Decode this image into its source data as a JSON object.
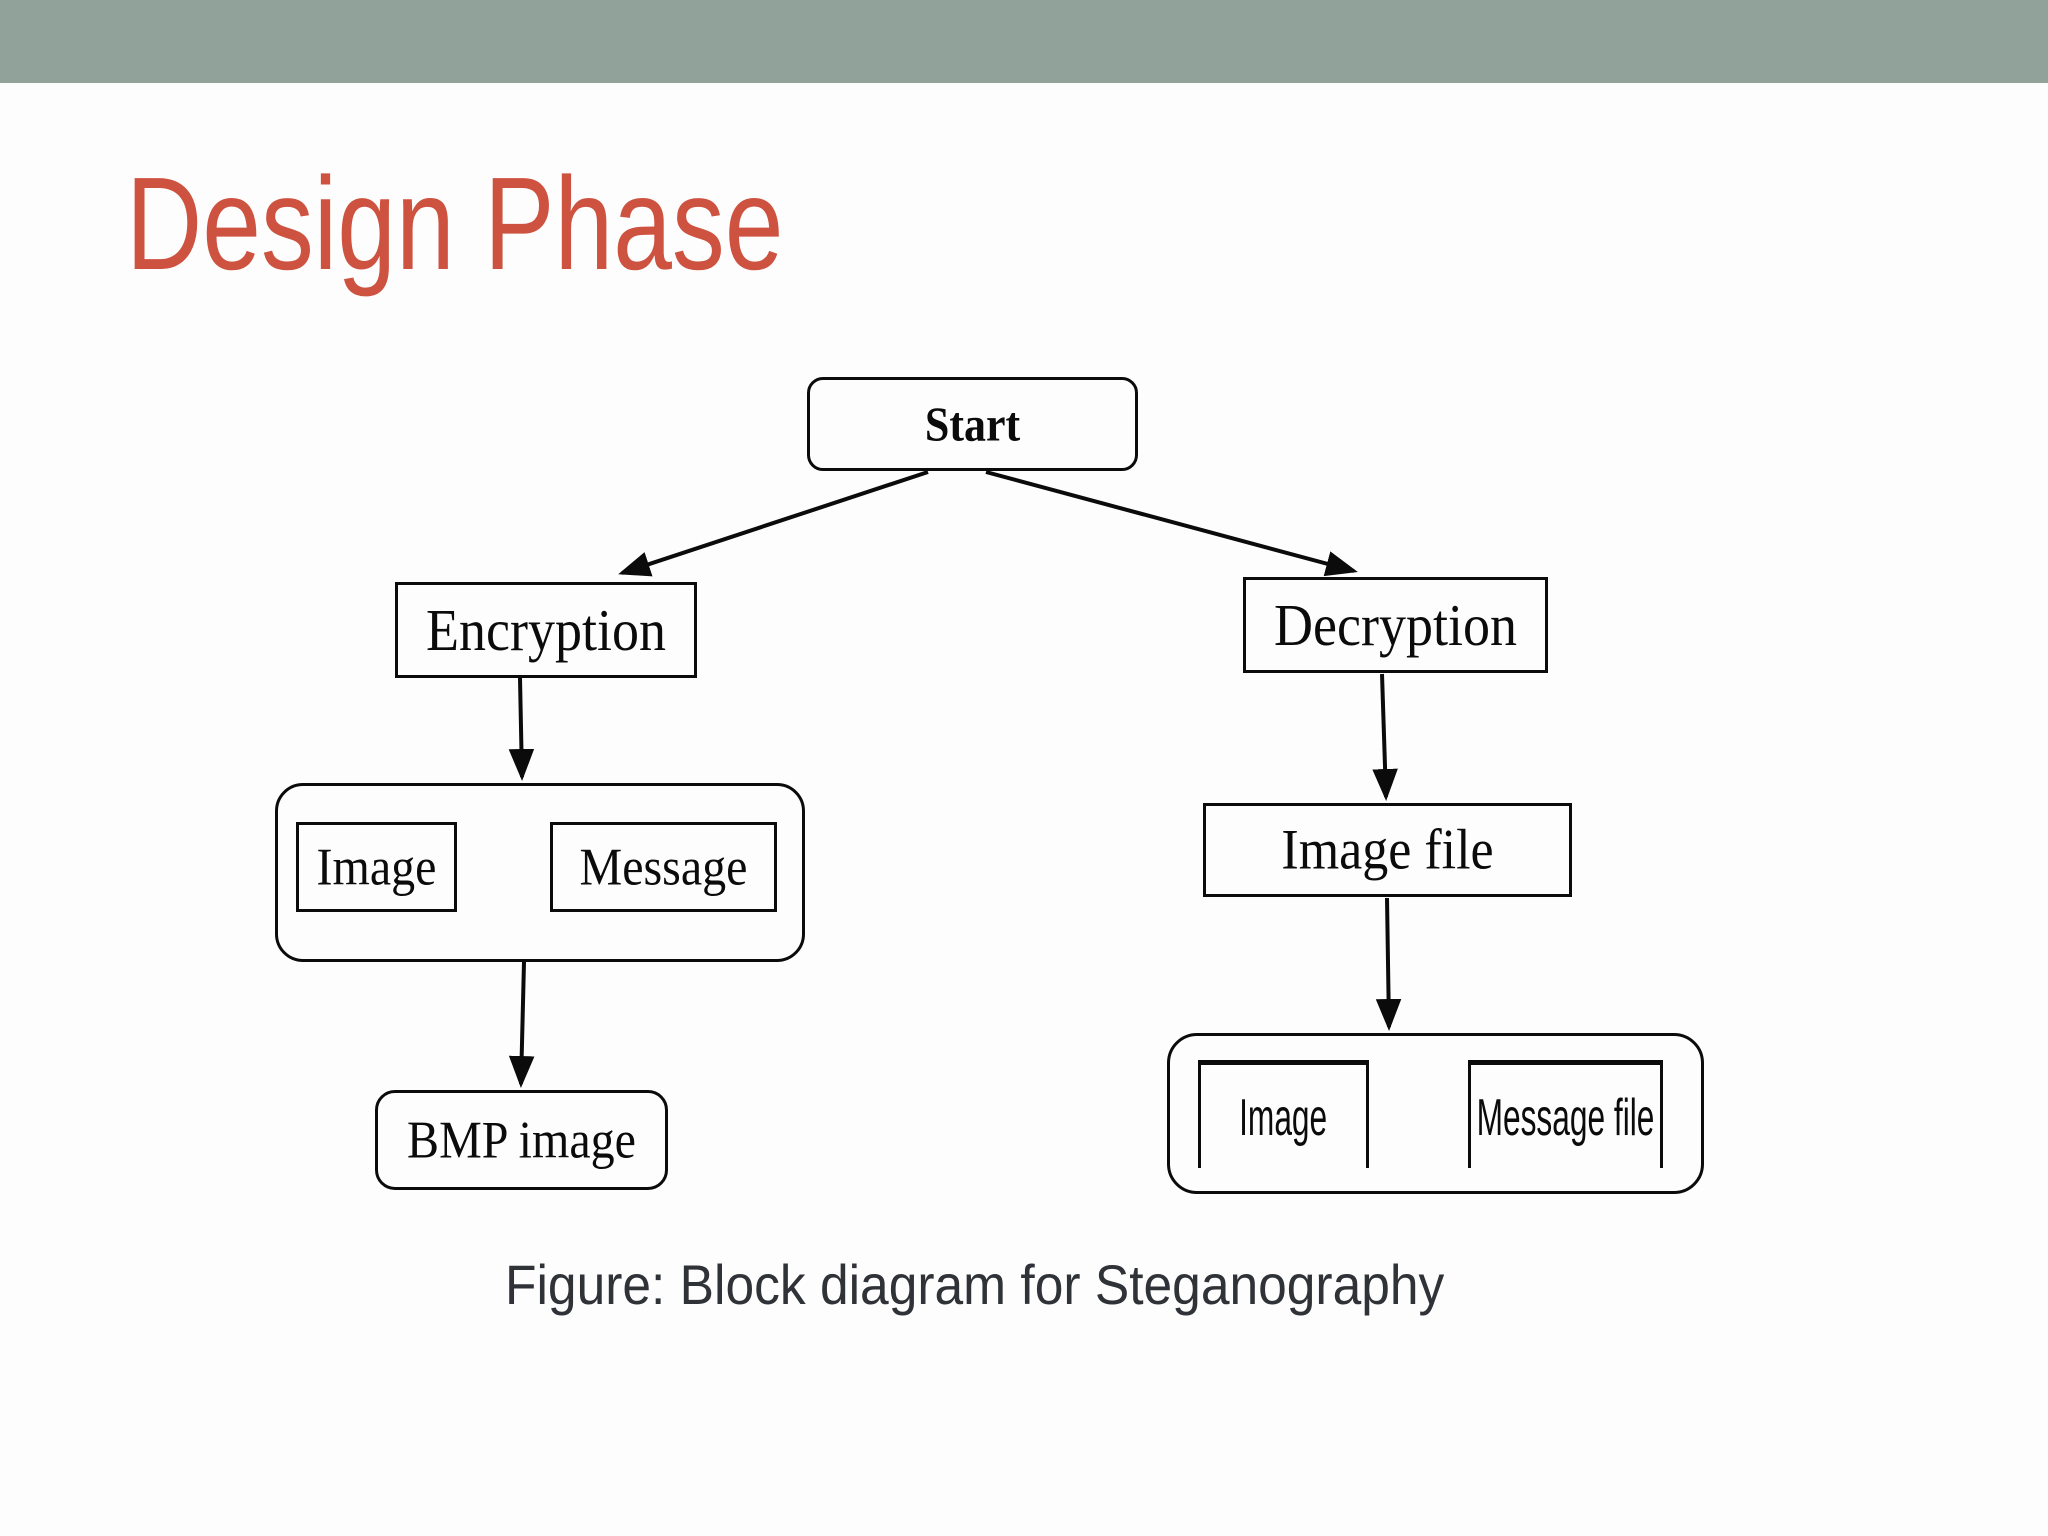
{
  "slide": {
    "top_bar_color": "#91A29B",
    "background_color": "#FDFDFD",
    "title": {
      "text": "Design Phase",
      "color": "#CE5240"
    },
    "caption": {
      "text": "Figure: Block diagram for Steganography",
      "color": "#2F3237"
    }
  },
  "diagram": {
    "type": "flowchart",
    "line_color": "#0B0B0B",
    "nodes": {
      "start": {
        "label": "Start",
        "shape": "rounded-rect",
        "bold": true
      },
      "encryption": {
        "label": "Encryption",
        "shape": "rounded-rect"
      },
      "decryption": {
        "label": "Decryption",
        "shape": "rounded-rect"
      },
      "encryption_inputs_group": {
        "label": "",
        "shape": "rounded-rect-container"
      },
      "image_input": {
        "label": "Image",
        "shape": "rect"
      },
      "message_input": {
        "label": "Message",
        "shape": "rect"
      },
      "bmp_image": {
        "label": "BMP image",
        "shape": "rounded-rect"
      },
      "image_file": {
        "label": "Image file",
        "shape": "rounded-rect"
      },
      "decryption_outputs_group": {
        "label": "",
        "shape": "rounded-rect-container"
      },
      "image_output": {
        "label": "Image",
        "shape": "rect-open-bottom"
      },
      "message_file_output": {
        "label": "Message file",
        "shape": "rect-open-bottom"
      }
    },
    "edges": [
      {
        "from": "start",
        "to": "encryption",
        "arrow": true
      },
      {
        "from": "start",
        "to": "decryption",
        "arrow": true
      },
      {
        "from": "encryption",
        "to": "encryption_inputs_group",
        "arrow": true
      },
      {
        "from": "image_input",
        "to": "message_input",
        "arrow": false
      },
      {
        "from": "encryption_inputs_group",
        "to": "bmp_image",
        "arrow": true
      },
      {
        "from": "decryption",
        "to": "image_file",
        "arrow": true
      },
      {
        "from": "image_file",
        "to": "decryption_outputs_group",
        "arrow": true
      }
    ]
  }
}
